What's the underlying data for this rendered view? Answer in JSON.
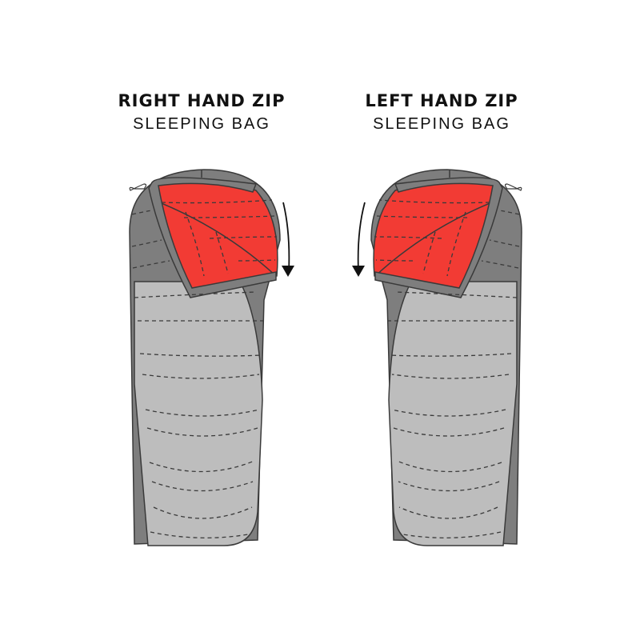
{
  "diagrams": [
    {
      "title_bold": "RIGHT HAND ZIP",
      "title_sub": "SLEEPING BAG",
      "zip_side": "right",
      "arrow_direction": "down"
    },
    {
      "title_bold": "LEFT HAND ZIP",
      "title_sub": "SLEEPING BAG",
      "zip_side": "left",
      "arrow_direction": "down"
    }
  ],
  "colors": {
    "lining_red": "#f23b34",
    "shell_dark_gray": "#7e7e7e",
    "shell_light_gray": "#bdbdbd",
    "outline": "#3a3a3a",
    "background": "#ffffff"
  }
}
